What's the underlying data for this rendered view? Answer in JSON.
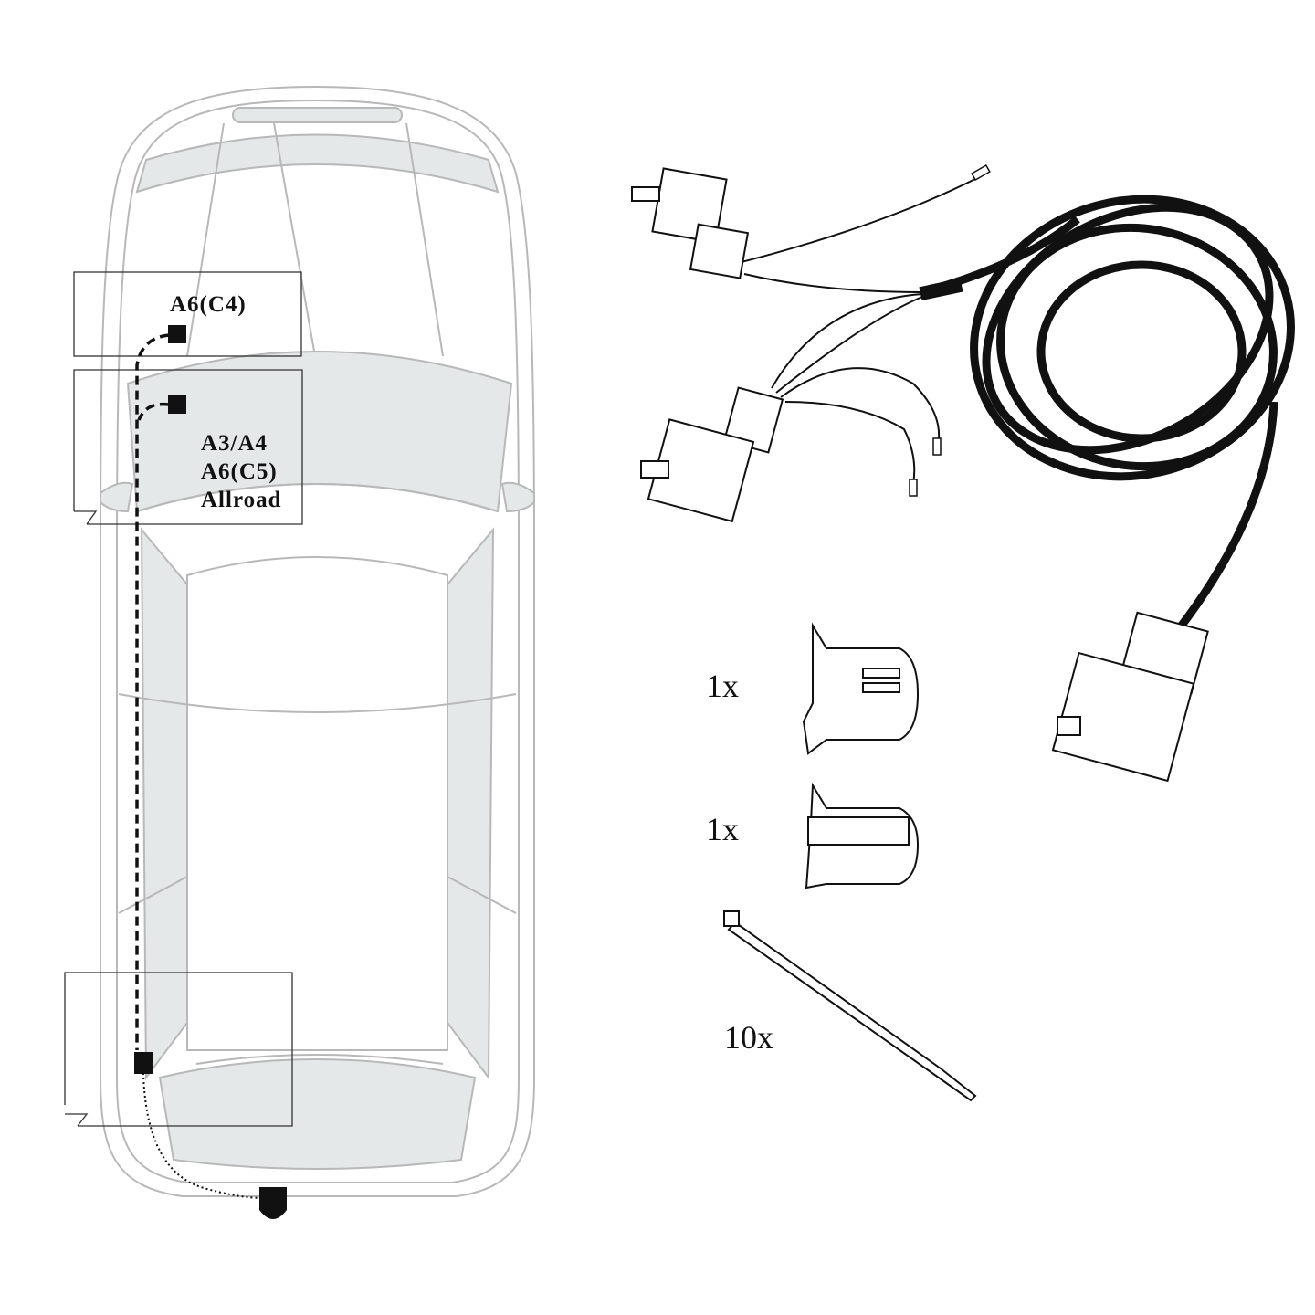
{
  "car_labels": {
    "top_box": "A6(C4)",
    "middle_box": [
      "A3/A4",
      "A6(C5)",
      "Allroad"
    ]
  },
  "parts": {
    "clip_1_qty": "1x",
    "clip_2_qty": "1x",
    "cable_tie_qty": "10x"
  },
  "colors": {
    "car_outline": "#b8b8b8",
    "car_fill": "#e4e8e8",
    "ink": "#111111"
  }
}
